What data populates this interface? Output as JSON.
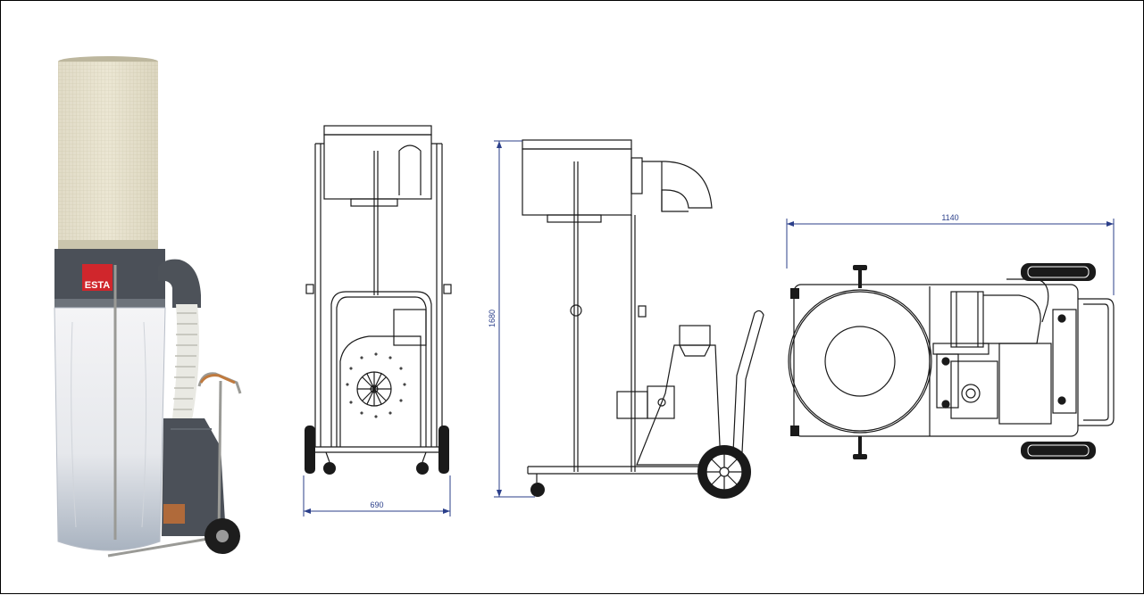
{
  "product": {
    "brand_label": "ESTA"
  },
  "dimensions": {
    "width": "690",
    "height": "1680",
    "length": "1140"
  },
  "colors": {
    "dimension_line": "#2b3f8a",
    "drawing_line": "#1a1a1a",
    "housing": "#4b5058",
    "brand_red": "#d0262c"
  }
}
